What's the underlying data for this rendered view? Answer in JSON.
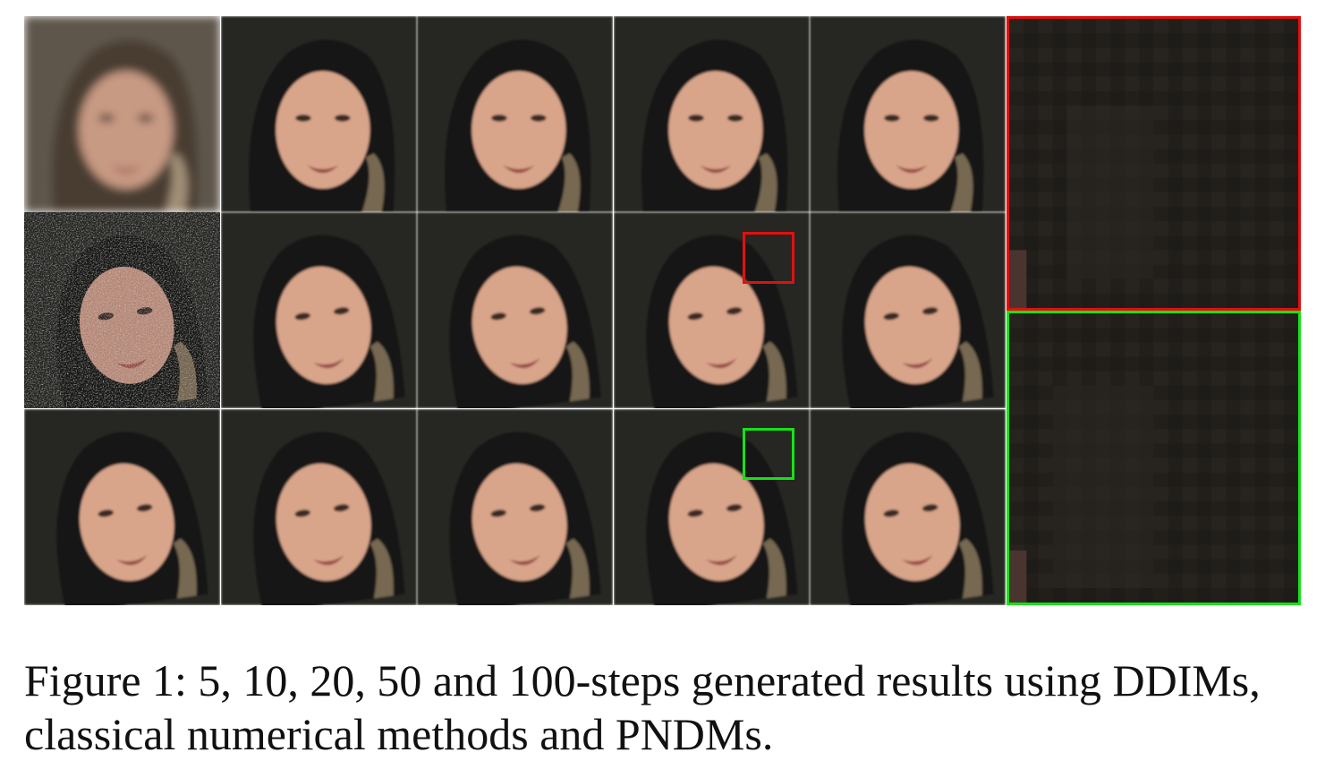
{
  "figure": {
    "caption": "Figure 1: 5, 10, 20, 50 and 100-steps generated results using DDIMs, classical numerical methods and PNDMs.",
    "grid": {
      "rows": 3,
      "columns": 5
    },
    "colors": {
      "red_inset": "#e01010",
      "green_inset": "#18e018"
    }
  }
}
